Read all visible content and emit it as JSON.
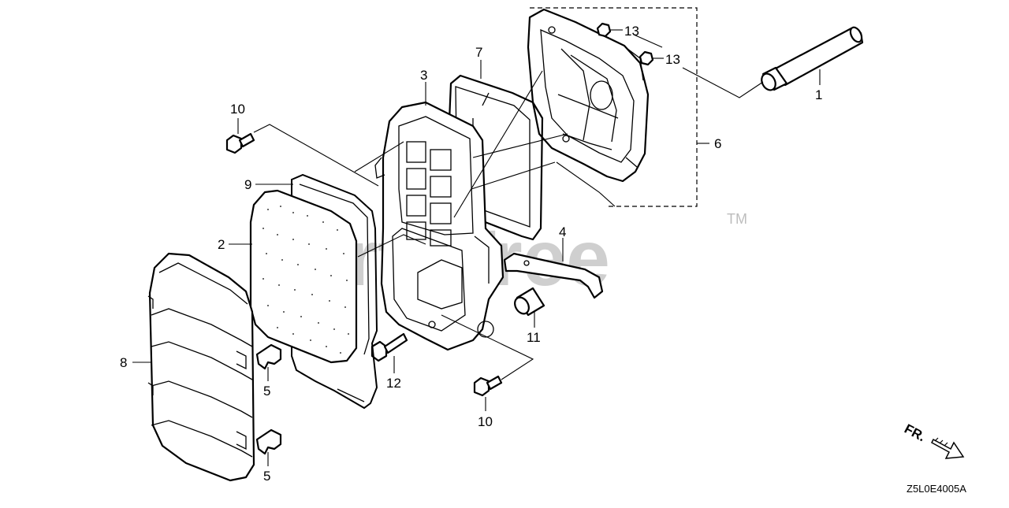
{
  "diagram": {
    "part_labels": {
      "p1": "1",
      "p2": "2",
      "p3": "3",
      "p4": "4",
      "p5a": "5",
      "p5b": "5",
      "p6": "6",
      "p7": "7",
      "p8": "8",
      "p9": "9",
      "p10a": "10",
      "p10b": "10",
      "p11": "11",
      "p12": "12",
      "p13a": "13",
      "p13b": "13"
    },
    "watermark": "PartsTree",
    "trademark": "TM",
    "direction_label": "FR.",
    "diagram_code": "Z5L0E4005A"
  }
}
